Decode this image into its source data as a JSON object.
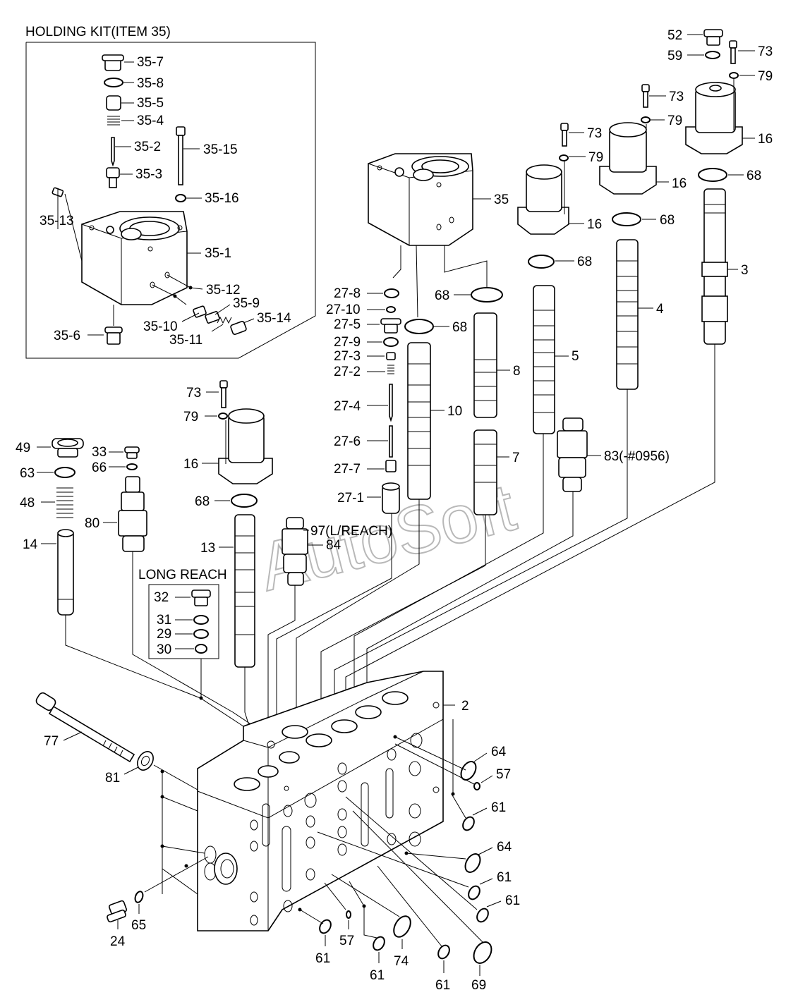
{
  "title": "",
  "holding_kit": {
    "title": "HOLDING KIT(ITEM 35)",
    "labels": [
      "35-7",
      "35-8",
      "35-5",
      "35-4",
      "35-2",
      "35-15",
      "35-3",
      "35-16",
      "35-13",
      "35-1",
      "35-12",
      "35-9",
      "35-10",
      "35-14",
      "35-11",
      "35-6"
    ]
  },
  "long_reach": {
    "title": "LONG REACH",
    "labels": [
      "32",
      "31",
      "29",
      "30"
    ]
  },
  "callouts": {
    "c52": "52",
    "c59": "59",
    "c73a": "73",
    "c79a": "79",
    "c16a": "16",
    "c73b": "73",
    "c79b": "79",
    "c16b": "16",
    "c68a": "68",
    "c73c": "73",
    "c79c": "79",
    "c16c": "16",
    "c68b": "68",
    "c35": "35",
    "c68c": "68",
    "c3": "3",
    "c4": "4",
    "c278": "27-8",
    "c2710": "27-10",
    "c275": "27-5",
    "c279": "27-9",
    "c273": "27-3",
    "c272": "27-2",
    "c274": "27-4",
    "c276": "27-6",
    "c277": "27-7",
    "c271": "27-1",
    "c68d": "68",
    "c68e": "68",
    "c8": "8",
    "c5": "5",
    "c10": "10",
    "c7": "7",
    "c83": "83(-#0956)",
    "c73d": "73",
    "c79d": "79",
    "c16d": "16",
    "c68f": "68",
    "c13": "13",
    "c97": "97(L/REACH)",
    "c84": "84",
    "c49": "49",
    "c63": "63",
    "c48": "48",
    "c14": "14",
    "c33": "33",
    "c66": "66",
    "c80": "80",
    "c2": "2",
    "c77": "77",
    "c81": "81",
    "c64a": "64",
    "c57a": "57",
    "c61a": "61",
    "c64b": "64",
    "c61b": "61",
    "c61c": "61",
    "c24": "24",
    "c65": "65",
    "c61d": "61",
    "c57b": "57",
    "c61e": "61",
    "c74": "74",
    "c61f": "61",
    "c69": "69"
  },
  "watermark": "AutoSoft"
}
